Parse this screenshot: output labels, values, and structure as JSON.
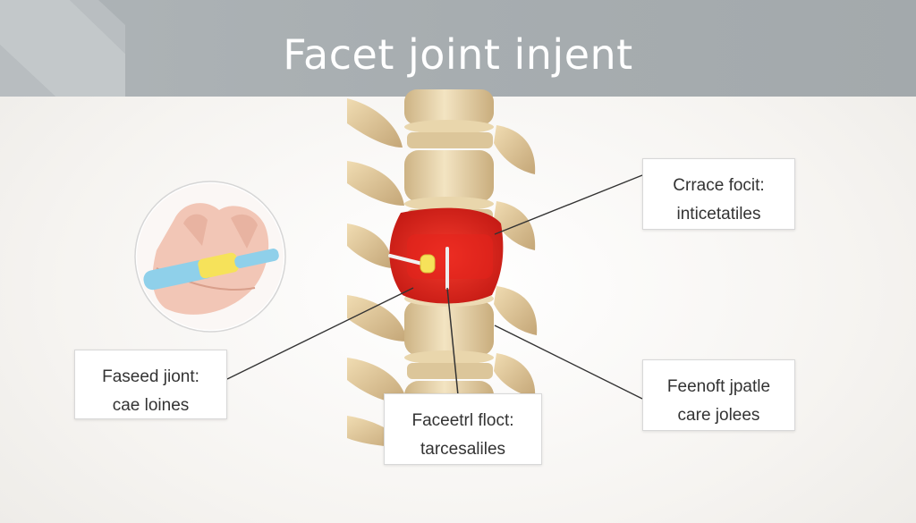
{
  "title": "Facet joint injent",
  "callouts": [
    {
      "line1": "Crrace focit:",
      "line2": "inticetatiles"
    },
    {
      "line1": "Faseed jiont:",
      "line2": "cae loines"
    },
    {
      "line1": "Faceetrl floct:",
      "line2": "tarcesaliles"
    },
    {
      "line1": "Feenoft jpatle",
      "line2": "care jolees"
    }
  ],
  "colors": {
    "header": "#a7adb0",
    "bone": "#e6d2a4",
    "inflammation": "#e5221c",
    "syringe_blue": "#8fd0ea",
    "syringe_band": "#f6e25a"
  },
  "icons": [
    "spine-illustration",
    "hand-syringe-inset-icon",
    "needle-icon"
  ]
}
